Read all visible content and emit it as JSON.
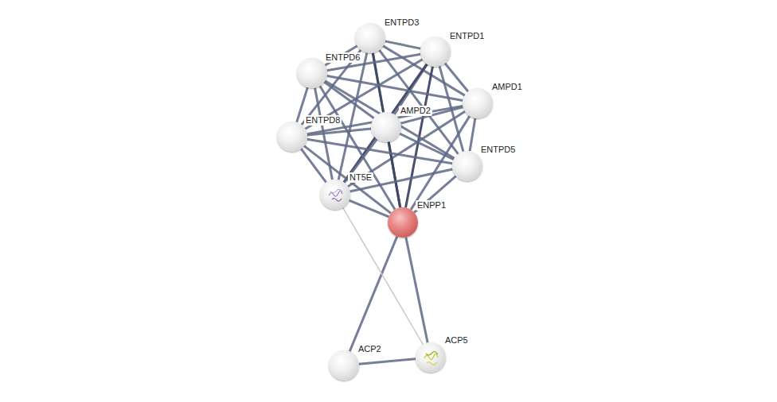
{
  "diagram": {
    "nodes": [
      {
        "text": [
          "ENTPD3"
        ]
      },
      {
        "text": [
          "ENTPD1"
        ]
      },
      {
        "text": [
          "ENTPD6"
        ]
      },
      {
        "text": [
          "AMPD1"
        ]
      },
      {
        "text": [
          "AMPD2"
        ]
      },
      {
        "text": [
          "ENTPD8"
        ]
      },
      {
        "text": [
          "ENTPD5"
        ]
      },
      {
        "text": [
          "NT5E"
        ]
      },
      {
        "text": [
          "ENPP1"
        ]
      },
      {
        "text": [
          "ACP2"
        ]
      },
      {
        "text": [
          "ACP5"
        ]
      }
    ],
    "edges": [
      {
        "from": 0,
        "to": 1,
        "arrow": "none"
      },
      {
        "from": 0,
        "to": 2,
        "arrow": "none"
      },
      {
        "from": 0,
        "to": 3,
        "arrow": "none"
      },
      {
        "from": 0,
        "to": 4,
        "arrow": "none"
      },
      {
        "from": 0,
        "to": 5,
        "arrow": "none"
      },
      {
        "from": 0,
        "to": 6,
        "arrow": "none"
      },
      {
        "from": 0,
        "to": 7,
        "arrow": "none"
      },
      {
        "from": 0,
        "to": 8,
        "arrow": "none"
      },
      {
        "from": 1,
        "to": 2,
        "arrow": "none"
      },
      {
        "from": 1,
        "to": 3,
        "arrow": "none"
      },
      {
        "from": 1,
        "to": 4,
        "arrow": "none"
      },
      {
        "from": 1,
        "to": 5,
        "arrow": "none"
      },
      {
        "from": 1,
        "to": 6,
        "arrow": "none"
      },
      {
        "from": 1,
        "to": 7,
        "arrow": "none"
      },
      {
        "from": 1,
        "to": 8,
        "arrow": "none"
      },
      {
        "from": 2,
        "to": 3,
        "arrow": "none"
      },
      {
        "from": 2,
        "to": 4,
        "arrow": "none"
      },
      {
        "from": 2,
        "to": 5,
        "arrow": "none"
      },
      {
        "from": 2,
        "to": 6,
        "arrow": "none"
      },
      {
        "from": 2,
        "to": 7,
        "arrow": "none"
      },
      {
        "from": 2,
        "to": 8,
        "arrow": "none"
      },
      {
        "from": 3,
        "to": 4,
        "arrow": "none"
      },
      {
        "from": 3,
        "to": 5,
        "arrow": "none"
      },
      {
        "from": 3,
        "to": 6,
        "arrow": "none"
      },
      {
        "from": 3,
        "to": 7,
        "arrow": "none"
      },
      {
        "from": 3,
        "to": 8,
        "arrow": "none"
      },
      {
        "from": 4,
        "to": 5,
        "arrow": "none"
      },
      {
        "from": 4,
        "to": 6,
        "arrow": "none"
      },
      {
        "from": 4,
        "to": 7,
        "arrow": "none"
      },
      {
        "from": 4,
        "to": 8,
        "arrow": "none"
      },
      {
        "from": 5,
        "to": 6,
        "arrow": "none"
      },
      {
        "from": 5,
        "to": 7,
        "arrow": "none"
      },
      {
        "from": 5,
        "to": 8,
        "arrow": "none"
      },
      {
        "from": 6,
        "to": 7,
        "arrow": "none"
      },
      {
        "from": 6,
        "to": 8,
        "arrow": "none"
      },
      {
        "from": 7,
        "to": 8,
        "arrow": "none"
      },
      {
        "from": 8,
        "to": 9,
        "arrow": "none"
      },
      {
        "from": 8,
        "to": 10,
        "arrow": "none"
      },
      {
        "from": 9,
        "to": 10,
        "arrow": "none"
      },
      {
        "from": 7,
        "to": 10,
        "arrow": "none"
      }
    ]
  }
}
